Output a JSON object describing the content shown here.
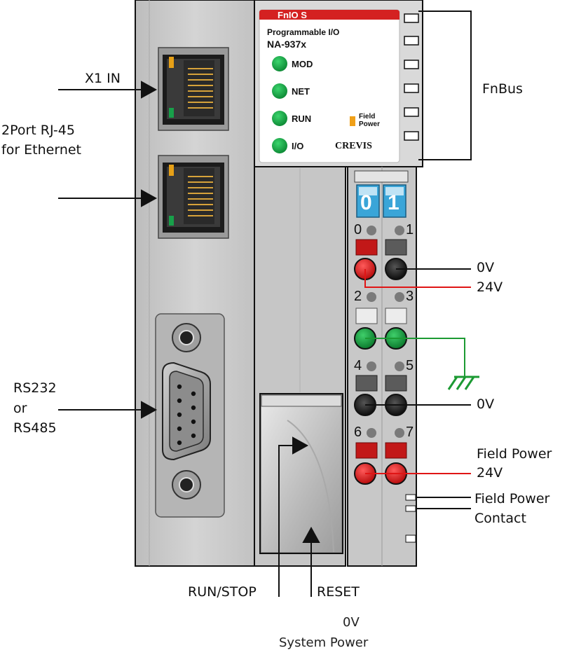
{
  "module": {
    "brand_tab": "FnIO S",
    "type": "Programmable I/O",
    "model": "NA-937x",
    "leds": [
      "MOD",
      "NET",
      "RUN",
      "I/O"
    ],
    "field_power_led": [
      "Field",
      "Power"
    ],
    "maker": "CREVIS",
    "rotary_switch": [
      "0",
      "1"
    ],
    "terminal_numbers": [
      "0",
      "1",
      "2",
      "3",
      "4",
      "5",
      "6",
      "7"
    ]
  },
  "callouts": {
    "x1_in": "X1 IN",
    "rj45_line1": "2Port RJ-45",
    "rj45_line2": "for Ethernet",
    "serial_line1": "RS232",
    "serial_line2": "or",
    "serial_line3": "RS485",
    "fnbus": "FnBus",
    "sys_0v": "0V",
    "sys_24v": "24V",
    "fg_0v": "0V",
    "fp_title": "Field Power",
    "fp_24v": "24V",
    "fp_contact_line1": "Field Power",
    "fp_contact_line2": "Contact",
    "run_stop": "RUN/STOP",
    "reset": "RESET",
    "bottom_line1": "0V",
    "bottom_line2": "System Power"
  },
  "colors": {
    "housing": "#c9c9c9",
    "brand_red": "#d42121",
    "led_green": "#17a84a",
    "terminal_red": "#e01515",
    "terminal_green": "#1f9a3a",
    "ground_wire": "#1c9a33",
    "power_wire": "#e01515",
    "switch_blue": "#3aa5d8"
  }
}
